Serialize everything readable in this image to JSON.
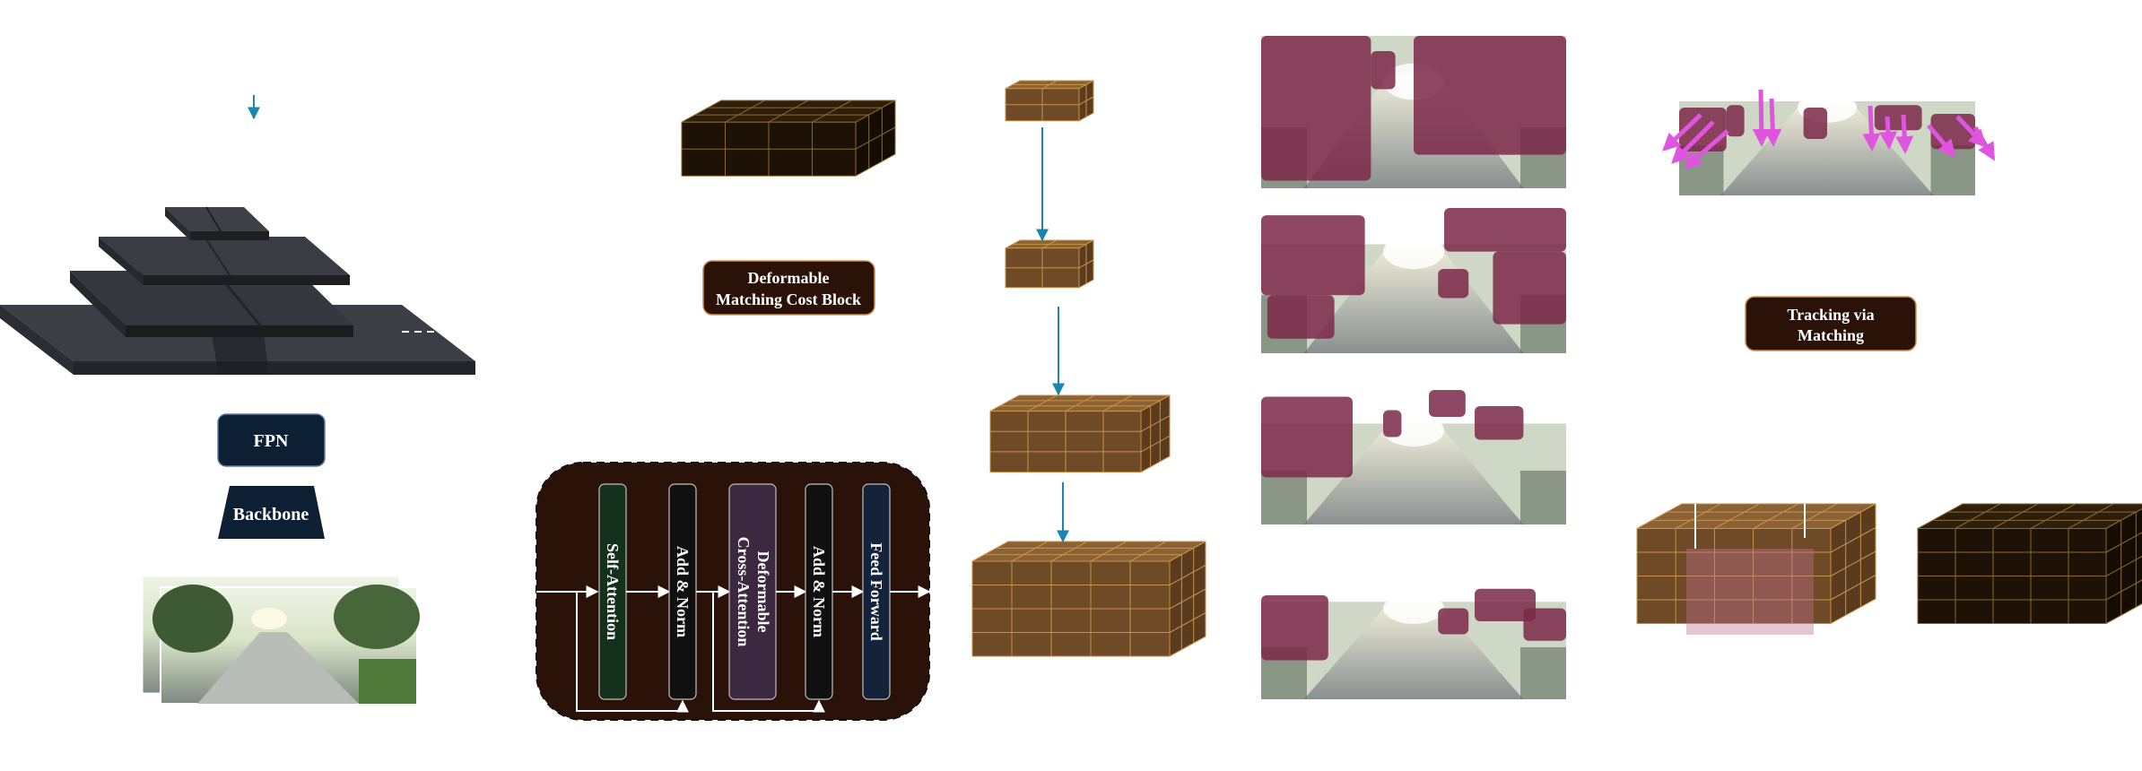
{
  "labels": {
    "fpn": "FPN",
    "backbone": "Backbone",
    "dmcb_line1": "Deformable",
    "dmcb_line2": "Matching Cost Block",
    "tracking_line1": "Tracking via",
    "tracking_line2": "Matching"
  },
  "transformer_layers": [
    {
      "label": "Self-Attention",
      "fill": "#16301e"
    },
    {
      "label": "Add & Norm",
      "fill": "#101010"
    },
    {
      "label": "Deformable Cross-Attention",
      "fill": "#3c2840"
    },
    {
      "label": "Add & Norm",
      "fill": "#101010"
    },
    {
      "label": "Feed Forward",
      "fill": "#14223c"
    }
  ],
  "colors": {
    "navy": "#0d1f33",
    "brown": "#2a1208",
    "cost_volume": "#6e4a27",
    "grid_line": "#c8924a",
    "arrow_blue": "#1a86b0",
    "magenta": "#e055e0",
    "occupancy": "#7b2848"
  }
}
